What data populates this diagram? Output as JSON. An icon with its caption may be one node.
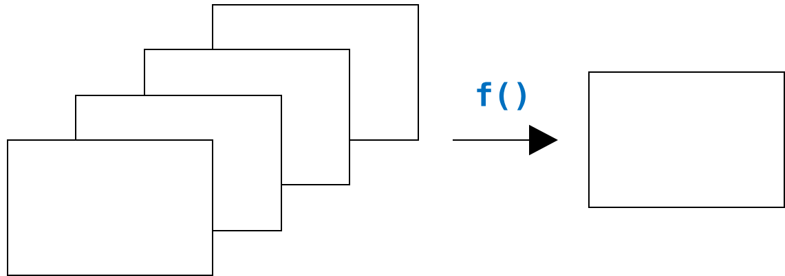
{
  "diagram": {
    "nodes": [
      {
        "text": [],
        "shape": "box"
      },
      {
        "text": [],
        "shape": "box"
      },
      {
        "text": [],
        "shape": "box"
      },
      {
        "text": [],
        "shape": "box"
      },
      {
        "text": [],
        "shape": "box"
      }
    ],
    "edges": [
      {
        "from": 3,
        "to": 4,
        "arrow": "to",
        "label": "f()"
      }
    ]
  }
}
